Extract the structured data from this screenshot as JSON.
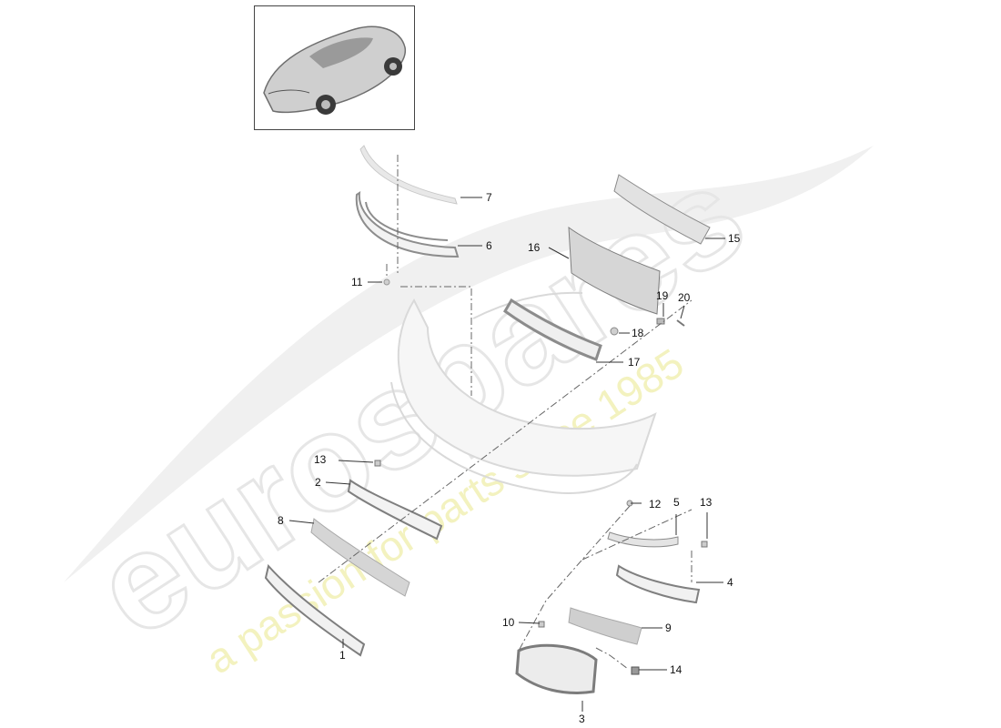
{
  "watermark": {
    "brand": "eurospares",
    "tagline": "a passion for parts since 1985",
    "brand_color": "#e6e6e6",
    "tagline_color": "#f3f2bf"
  },
  "thumbnail": {
    "icon": "car-thumbnail-icon"
  },
  "callouts": [
    {
      "id": "7",
      "label": "7"
    },
    {
      "id": "6",
      "label": "6"
    },
    {
      "id": "11",
      "label": "11"
    },
    {
      "id": "16",
      "label": "16"
    },
    {
      "id": "15",
      "label": "15"
    },
    {
      "id": "19",
      "label": "19"
    },
    {
      "id": "20",
      "label": "20"
    },
    {
      "id": "18",
      "label": "18"
    },
    {
      "id": "17",
      "label": "17"
    },
    {
      "id": "13a",
      "label": "13"
    },
    {
      "id": "2",
      "label": "2"
    },
    {
      "id": "8",
      "label": "8"
    },
    {
      "id": "1",
      "label": "1"
    },
    {
      "id": "12",
      "label": "12"
    },
    {
      "id": "5",
      "label": "5"
    },
    {
      "id": "13b",
      "label": "13"
    },
    {
      "id": "4",
      "label": "4"
    },
    {
      "id": "10",
      "label": "10"
    },
    {
      "id": "9",
      "label": "9"
    },
    {
      "id": "14",
      "label": "14"
    },
    {
      "id": "3",
      "label": "3"
    }
  ]
}
